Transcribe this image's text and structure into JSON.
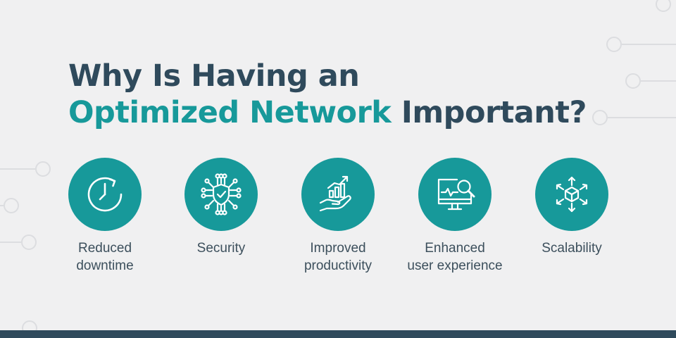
{
  "colors": {
    "background": "#f0f0f1",
    "heading": "#2f4a5c",
    "accent": "#17999a",
    "label": "#3c4f5c",
    "footer_bar": "#2f4a5c"
  },
  "heading": {
    "line1": "Why Is Having an",
    "line2_accent": "Optimized Network",
    "line2_rest": "Important?"
  },
  "benefits": [
    {
      "icon": "stopwatch-icon",
      "line1": "Reduced",
      "line2": "downtime"
    },
    {
      "icon": "shield-circuit-icon",
      "line1": "Security",
      "line2": ""
    },
    {
      "icon": "growth-chart-hand-icon",
      "line1": "Improved",
      "line2": "productivity"
    },
    {
      "icon": "monitor-magnifier-icon",
      "line1": "Enhanced",
      "line2": "user experience"
    },
    {
      "icon": "cube-expand-icon",
      "line1": "Scalability",
      "line2": ""
    }
  ]
}
